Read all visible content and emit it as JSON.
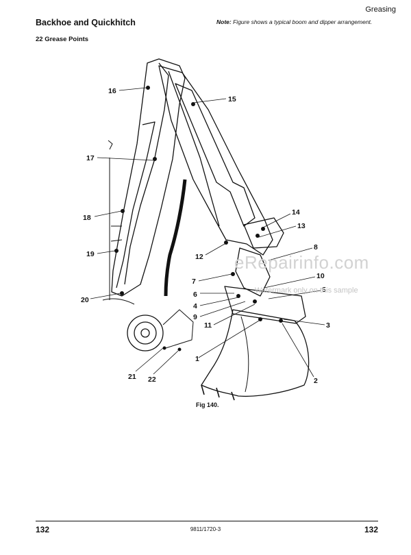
{
  "header": {
    "section": "Greasing"
  },
  "title": "Backhoe and Quickhitch",
  "subtitle": "22 Grease Points",
  "note": {
    "label": "Note:",
    "text": "Figure shows a typical boom and dipper arrangement."
  },
  "figure": {
    "caption": "Fig 140.",
    "callouts": [
      "1",
      "2",
      "3",
      "4",
      "5",
      "6",
      "7",
      "8",
      "9",
      "10",
      "11",
      "12",
      "13",
      "14",
      "15",
      "16",
      "17",
      "18",
      "19",
      "20",
      "21",
      "22"
    ]
  },
  "watermark": {
    "main": "eRepairinfo.com",
    "sub": "Watermark only on this sample"
  },
  "footer": {
    "page_left": "132",
    "doc_number": "9811/1720-3",
    "page_right": "132"
  }
}
